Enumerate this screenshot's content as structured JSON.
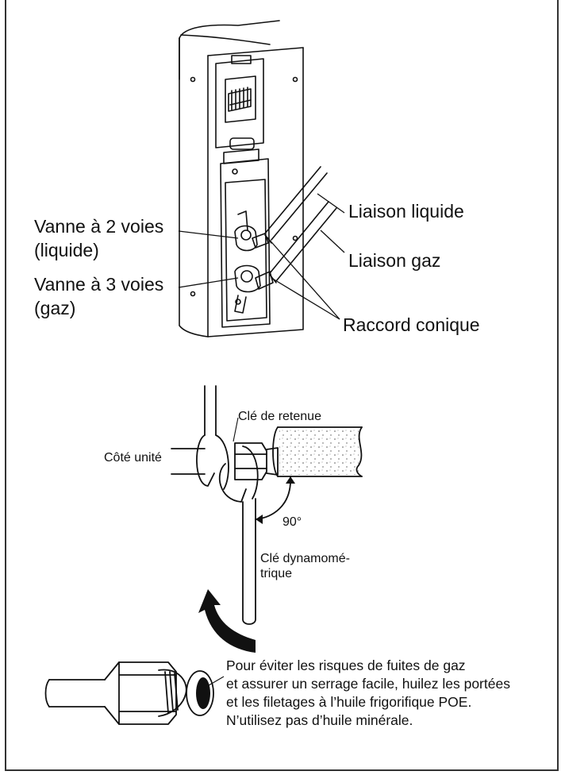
{
  "figure1": {
    "vanne2": [
      "Vanne à 2 voies",
      "(liquide)"
    ],
    "vanne3": [
      "Vanne à 3 voies",
      "(gaz)"
    ],
    "liaison_liquide": "Liaison liquide",
    "liaison_gaz": "Liaison gaz",
    "raccord": "Raccord conique"
  },
  "figure2": {
    "cle_retenue": "Clé de retenue",
    "cote_unite": "Côté unité",
    "angle": "90°",
    "cle_dyn": [
      "Clé dynamomé-",
      "trique"
    ]
  },
  "figure3": {
    "note": [
      "Pour éviter les risques de fuites de gaz",
      "et assurer un serrage facile, huilez les portées",
      "et les filetages à l’huile frigorifique POE.",
      "N’utilisez pas d’huile minérale."
    ]
  }
}
